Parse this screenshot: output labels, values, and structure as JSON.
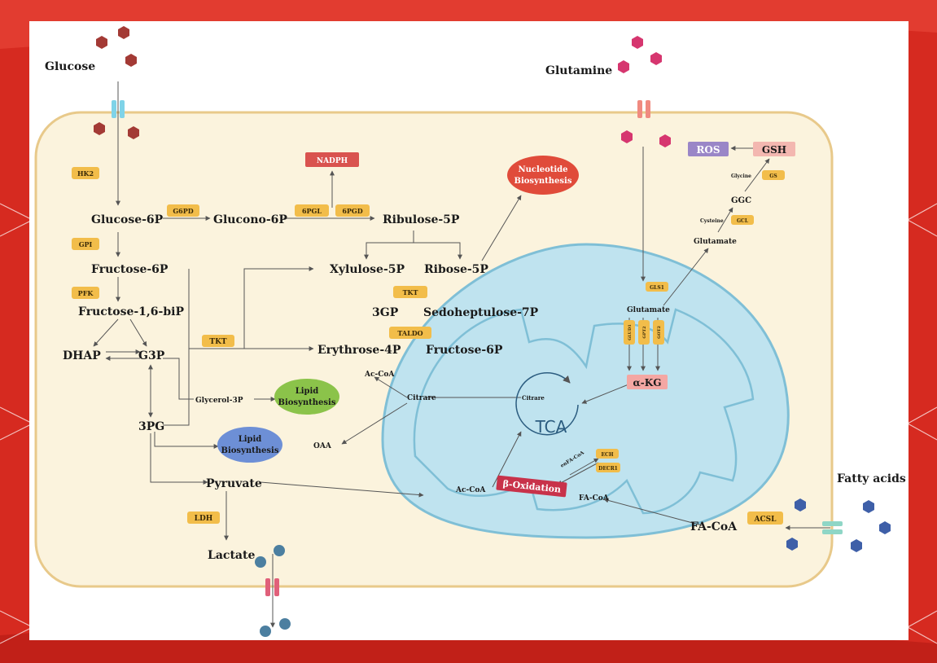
{
  "colors": {
    "background_red": "#d62a20",
    "cell_fill": "#fbf3dd",
    "cell_border": "#e8c98a",
    "mito_fill": "#bfe3ef",
    "mito_border": "#7fbfd6",
    "enzyme_fill": "#f2bd4a",
    "glucose": "#a33a35",
    "glutamine": "#d6366f",
    "fatty_acid": "#3e5fa8",
    "lactate": "#4c7fa0",
    "lipid_green": "#8bc34a",
    "lipid_blue": "#6d8fd6",
    "nadph_red": "#d9534f",
    "nucleotide_red": "#e04b3a",
    "ros_purple": "#9a86c7",
    "gsh_pink": "#f3b7b0",
    "akg_pink": "#f4a7a3",
    "boxidation_crimson": "#c8324a"
  },
  "inputs": {
    "glucose": "Glucose",
    "glutamine": "Glutamine",
    "fatty_acids": "Fatty acids"
  },
  "metabolites": {
    "glucose_6p": "Glucose-6P",
    "fructose_6p": "Fructose-6P",
    "fructose_16bip": "Fructose-1,6-biP",
    "dhap": "DHAP",
    "g3p": "G3P",
    "pg3": "3PG",
    "pyruvate": "Pyruvate",
    "lactate": "Lactate",
    "glucono_6p": "Glucono-6P",
    "ribulose_5p": "Ribulose-5P",
    "xylulose_5p": "Xylulose-5P",
    "ribose_5p": "Ribose-5P",
    "gp3": "3GP",
    "sedoheptulose_7p": "Sedoheptulose-7P",
    "erythrose_4p": "Erythrose-4P",
    "fructose_6p_b": "Fructose-6P",
    "glycerol_3p": "Glycerol-3P",
    "ac_coa_top": "Ac-CoA",
    "citrate": "Citrare",
    "citrate_mito": "Citrare",
    "oaa": "OAA",
    "ac_coa": "Ac-CoA",
    "fa_coa_mito": "FA-CoA",
    "fa_coa": "FA-CoA",
    "enoyl_coa": "enFA-CoA",
    "glutamate_mito": "Glutamate",
    "glutamate": "Glutamate",
    "ggc": "GGC",
    "cysteine": "Cysteine",
    "glycine": "Glycine"
  },
  "enzymes": {
    "hk2": "HK2",
    "gpi": "GPI",
    "pfk": "PFK",
    "tkt_left": "TKT",
    "ldh": "LDH",
    "g6pd": "G6PD",
    "pgl6": "6PGL",
    "pgd6": "6PGD",
    "tkt": "TKT",
    "taldo": "TALDO",
    "gls1": "GLS1",
    "glud1": "GLUD1",
    "gpt2": "GPT2",
    "got2": "GOT2",
    "gcl": "GCL",
    "gs": "GS",
    "acsl": "ACSL",
    "ech": "ECH",
    "decr1": "DECR1"
  },
  "products": {
    "nadph": "NADPH",
    "nucleotide_line1": "Nucleotide",
    "nucleotide_line2": "Biosynthesis",
    "lipid1_line1": "Lipid",
    "lipid1_line2": "Biosynthesis",
    "lipid2_line1": "Lipid",
    "lipid2_line2": "Biosynthesis",
    "ros": "ROS",
    "gsh": "GSH",
    "akg": "α-KG",
    "tca": "TCA",
    "boxidation": "β-Oxidation"
  }
}
